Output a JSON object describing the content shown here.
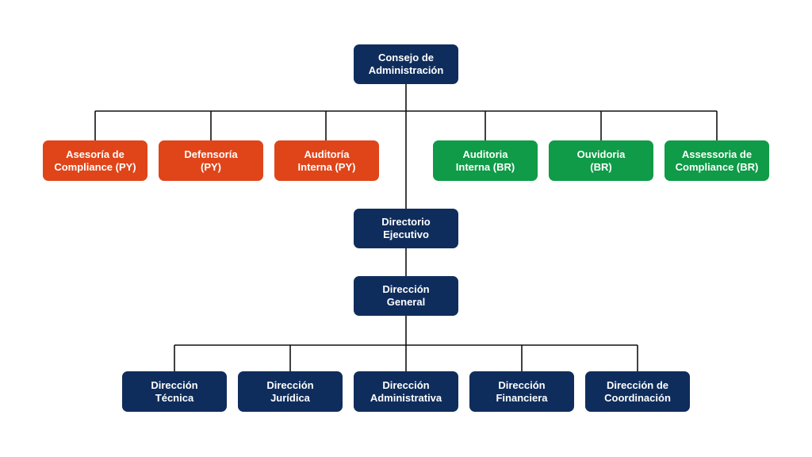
{
  "colors": {
    "navy": "#0f2d5c",
    "orange": "#df4519",
    "green": "#0f9b47",
    "line": "#111111"
  },
  "consejo": {
    "line1": "Consejo de",
    "line2": "Administración"
  },
  "advisory": [
    {
      "line1": "Asesoría de",
      "line2": "Compliance (PY)"
    },
    {
      "line1": "Defensoría",
      "line2": "(PY)"
    },
    {
      "line1": "Auditoría",
      "line2": "Interna (PY)"
    },
    {
      "line1": "Auditoria",
      "line2": "Interna (BR)"
    },
    {
      "line1": "Ouvidoria",
      "line2": "(BR)"
    },
    {
      "line1": "Assessoria de",
      "line2": "Compliance (BR)"
    }
  ],
  "directorio": {
    "line1": "Directorio",
    "line2": "Ejecutivo"
  },
  "direccion_general": {
    "line1": "Dirección",
    "line2": "General"
  },
  "direcciones": [
    {
      "line1": "Dirección",
      "line2": "Técnica"
    },
    {
      "line1": "Dirección",
      "line2": "Jurídica"
    },
    {
      "line1": "Dirección",
      "line2": "Administrativa"
    },
    {
      "line1": "Dirección",
      "line2": "Financiera"
    },
    {
      "line1": "Dirección de",
      "line2": "Coordinación"
    }
  ]
}
